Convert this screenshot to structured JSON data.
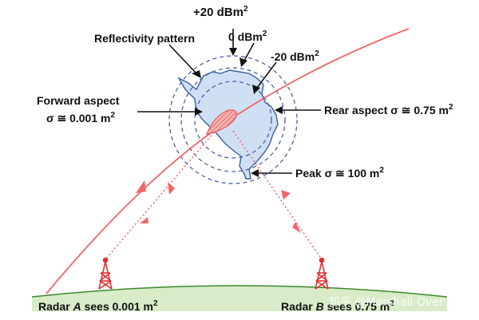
{
  "labels": {
    "plus20": {
      "text": "+20 dBm",
      "sup": "2"
    },
    "reflectivity": "Reflectivity pattern",
    "zero": {
      "text": "0 dBm",
      "sup": "2"
    },
    "minus20": {
      "text": "-20 dBm",
      "sup": "2"
    },
    "forward_aspect_line1": "Forward aspect",
    "forward_aspect_line2": {
      "text": "σ ≅ 0.001 m",
      "sup": "2"
    },
    "rear_aspect": {
      "text": "Rear aspect σ ≅ 0.75 m",
      "sup": "2"
    },
    "peak": {
      "text": "Peak σ ≅ 100 m",
      "sup": "2"
    },
    "radar_a": {
      "prefix": "Radar ",
      "letter": "A",
      "suffix": " sees 0.001 m",
      "sup": "2"
    },
    "radar_b": {
      "prefix": "Radar ",
      "letter": "B",
      "suffix": " sees 0.75 m",
      "sup": "2"
    }
  },
  "watermark": "知乎 @Marshall Over",
  "colors": {
    "trajectory": "#f0666a",
    "ring": "#4a5fa8",
    "pattern_fill": "#cfe0f4",
    "pattern_stroke": "#3f5fa0",
    "aircraft": "#ef8a8a",
    "ground_fill": "#d8ecc8",
    "ground_line": "#3a8a2a",
    "tower": "#e03030",
    "text": "#111111"
  }
}
